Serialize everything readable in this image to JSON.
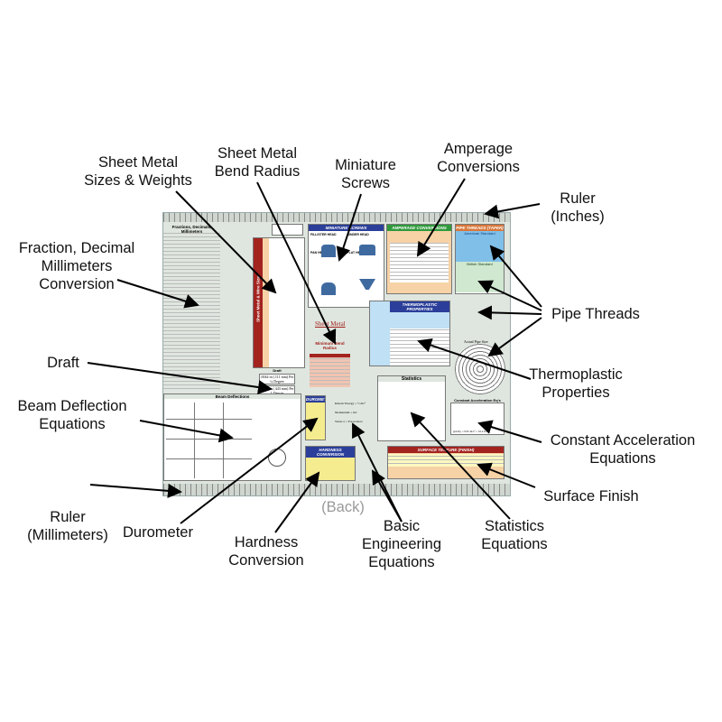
{
  "callouts": {
    "sheet_metal_sizes": "Sheet Metal\nSizes & Weights",
    "bend_radius": "Sheet Metal\nBend Radius",
    "miniature_screws": "Miniature\nScrews",
    "amperage": "Amperage\nConversions",
    "ruler_inches": "Ruler\n(Inches)",
    "fraction": "Fraction, Decimal\nMillimeters\nConversion",
    "pipe_threads": "Pipe Threads",
    "draft": "Draft",
    "thermoplastic": "Thermoplastic\nProperties",
    "beam": "Beam Deflection\nEquations",
    "constant_acc": "Constant Acceleration\nEquations",
    "ruler_mm": "Ruler\n(Millimeters)",
    "surface_finish": "Surface Finish",
    "durometer": "Durometer",
    "hardness": "Hardness\nConversion",
    "basic_eq": "Basic\nEngineering\nEquations",
    "statistics": "Statistics\nEquations",
    "back": "(Back)"
  },
  "card": {
    "fractions": "Fractions, Decimals, Millimeters",
    "sheet_metal_wire": "Sheet Metal & Wire Size",
    "miniature_screws": "MINIATURE SCREWS",
    "fillister": "FILLISTER HEAD",
    "binder": "BINDER HEAD",
    "pan": "PAN HEAD",
    "flat": "FLAT HEAD 100°",
    "amperage": "AMPERAGE CONVERSIONS",
    "pipe_threads": "PIPE THREADS (TAPER)",
    "american": "American Standard",
    "british": "British Standard",
    "sheet_metal": "Sheet Metal",
    "min_bend": "Minimum Bend Radius",
    "thermo": "THERMOPLASTIC PROPERTIES",
    "actual_pipe": "Actual Pipe Size",
    "draft": "Draft",
    "draft1": ".0044 in (.111 mm) Per ¼ Degree",
    "draft2": ".0174 in (.443 mm) Per 1 Degree",
    "statistics": "Statistics",
    "beam": "Beam Deflections",
    "durometer": "DUROMETER",
    "hardness": "HARDNESS CONVERSION",
    "const_acc": "Constant Acceleration Eq's",
    "gravity": "gravity = 9.81 m/s² = 32.2 ft/s²",
    "surface": "SURFACE TEXTURE (FINISH)",
    "kinetic": "Kinetic Energy = ½ mv²",
    "momentum": "Momentum = mv",
    "stress": "Stress σ = Force/Area"
  },
  "colors": {
    "blue_header": "#2b3f9a",
    "green_header": "#2f9a3c",
    "orange_header": "#d9773a",
    "red_header": "#a3231f",
    "cyan_fill": "#5aa7dd",
    "tan_fill": "#f6d2a6",
    "yellow_fill": "#f5ec8f"
  }
}
